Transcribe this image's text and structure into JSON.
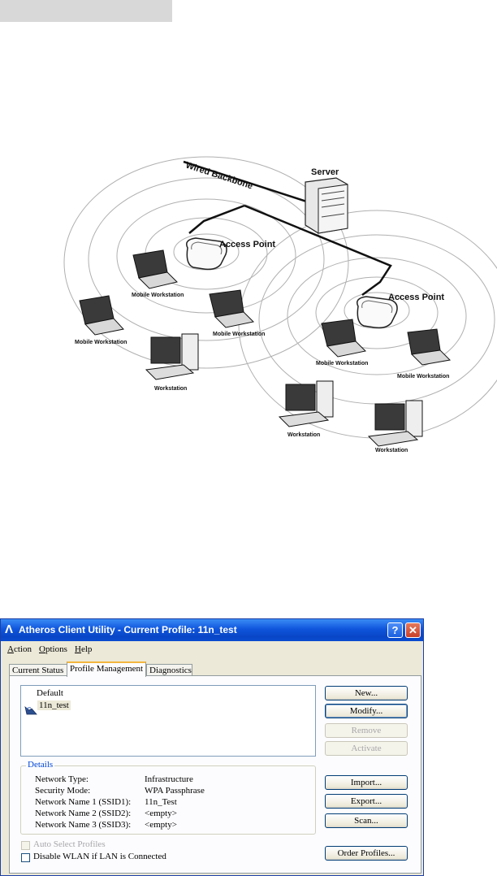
{
  "diagram": {
    "labels": {
      "wired_backbone": "Wired Backbone",
      "server": "Server",
      "access_point_1": "Access Point",
      "access_point_2": "Access Point",
      "mobile_ws_1": "Mobile Workstation",
      "mobile_ws_2": "Mobile Workstation",
      "mobile_ws_3": "Mobile Workstation",
      "mobile_ws_4": "Mobile Workstation",
      "mobile_ws_5": "Mobile Workstation",
      "workstation_1": "Workstation",
      "workstation_2": "Workstation",
      "workstation_3": "Workstation"
    }
  },
  "window": {
    "title": "Atheros Client Utility - Current Profile: 11n_test",
    "help_glyph": "?",
    "close_glyph": "✕",
    "menu": {
      "action": {
        "u": "A",
        "rest": "ction"
      },
      "options": {
        "u": "O",
        "rest": "ptions"
      },
      "help": {
        "u": "H",
        "rest": "elp"
      }
    },
    "tabs": {
      "current_status": "Current Status",
      "profile_management": "Profile Management",
      "diagnostics": "Diagnostics"
    },
    "profiles": [
      "Default",
      "11n_test"
    ],
    "details": {
      "legend": "Details",
      "rows": [
        {
          "label": "Network Type:",
          "value": "Infrastructure"
        },
        {
          "label": "Security Mode:",
          "value": "WPA Passphrase"
        },
        {
          "label": "Network Name 1 (SSID1):",
          "value": "11n_Test"
        },
        {
          "label": "Network Name 2 (SSID2):",
          "value": "<empty>"
        },
        {
          "label": "Network Name 3 (SSID3):",
          "value": "<empty>"
        }
      ]
    },
    "buttons": {
      "new": "New...",
      "modify": "Modify...",
      "remove": "Remove",
      "activate": "Activate",
      "import": "Import...",
      "export": "Export...",
      "scan": "Scan...",
      "order_profiles": "Order Profiles..."
    },
    "checkboxes": {
      "auto_select": "Auto Select Profiles",
      "disable_wlan": "Disable WLAN if LAN is Connected"
    }
  }
}
